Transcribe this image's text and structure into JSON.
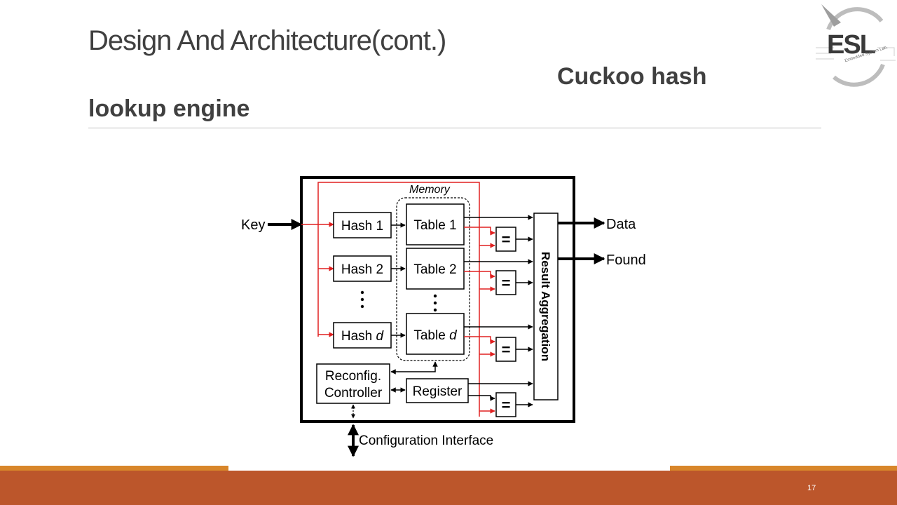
{
  "slide": {
    "title": "Design And Architecture(cont.)",
    "subtitle_part1": "Cuckoo hash",
    "subtitle_part2": "lookup engine",
    "page_number": "17"
  },
  "logo": {
    "text": "ESL",
    "ring_text": "Embedded System Lab."
  },
  "diagram": {
    "memory_label": "Memory",
    "key_label": "Key",
    "data_label": "Data",
    "found_label": "Found",
    "hash1": "Hash 1",
    "hash2": "Hash 2",
    "hashd_prefix": "Hash ",
    "hashd_var": "d",
    "table1": "Table 1",
    "table2": "Table 2",
    "tabled_prefix": "Table ",
    "tabled_var": "d",
    "equals": "=",
    "result_aggregation": "Result Aggregation",
    "reconfig_line1": "Reconfig.",
    "reconfig_line2": "Controller",
    "register": "Register",
    "config_interface": "Configuration Interface"
  },
  "colors": {
    "title": "#404040",
    "accent_orange": "#d8862a",
    "footer": "#bc562b",
    "diagram_red": "#e02020"
  }
}
